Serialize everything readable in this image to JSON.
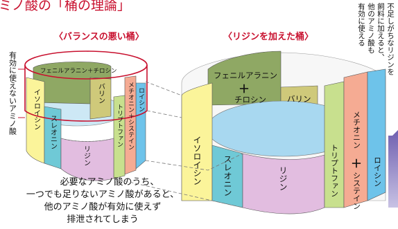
{
  "header_title": "ミノ酸の「桶の理論」",
  "left": {
    "title": "〈バランスの悪い桶〉",
    "side_note": "有効に使えないアミノ酸",
    "staves": {
      "isoleucine": "イソロイシン",
      "threonine": "スレオニン",
      "phe_tyr": "フェニルアラニン＋チロシン",
      "valine": "バリン",
      "lysine": "リジン",
      "tryptophan": "トリプトファン",
      "met_cys": "メチオニン＋システイン",
      "leucine": "ロイシン"
    },
    "caption": [
      "必要なアミノ酸のうち、",
      "一つでも足りないアミノ酸があると、",
      "他のアミノ酸が有効に使えず",
      "排泄されてしまう"
    ]
  },
  "right": {
    "title": "〈リジンを加えた桶〉",
    "staves": {
      "isoleucine": "イソロイシン",
      "threonine": "スレオニン",
      "phe": "フェニルアラニン",
      "plus": "＋",
      "tyr": "チロシン",
      "valine": "バリン",
      "lysine": "リジン",
      "tryptophan": "トリプトファン",
      "methionine": "メチオニン",
      "plus2": "＋",
      "cysteine": "システイン",
      "leucine": "ロイシン"
    },
    "side_note": [
      "不足しがちなリジンを",
      "飼料に加えると、",
      "他のアミノ酸も",
      "有効に使える"
    ]
  },
  "colors": {
    "isoleucine": "#fbf49a",
    "threonine": "#6fc9d6",
    "phe_tyr": "#8fa864",
    "valine": "#cfc97a",
    "lysine": "#e2bde0",
    "tryptophan": "#c8e08e",
    "met_cys": "#f5ab93",
    "leucine": "#6ec3ea",
    "water": "#a8d8f0",
    "accent_red": "#c8102e",
    "arrow": "#8a80c0"
  }
}
